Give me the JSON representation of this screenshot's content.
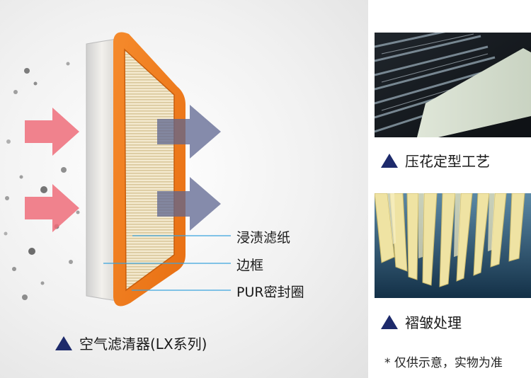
{
  "product": {
    "caption": "空气滤清器(LX系列)",
    "labels": {
      "filter_paper": "浸渍滤纸",
      "frame": "边框",
      "seal": "PUR密封圈"
    }
  },
  "processes": [
    {
      "caption": "压花定型工艺",
      "photo": "embossing-rollers"
    },
    {
      "caption": "褶皱处理",
      "photo": "pleated-paper"
    }
  ],
  "note": "* 仅供示意，实物为准",
  "colors": {
    "frame_orange": "#f07d1e",
    "inflow_arrow": "#ef6d7a",
    "outflow_arrow": "#5e6590",
    "callout_line": "#3aa3dd",
    "triangle": "#1d2a6b"
  }
}
